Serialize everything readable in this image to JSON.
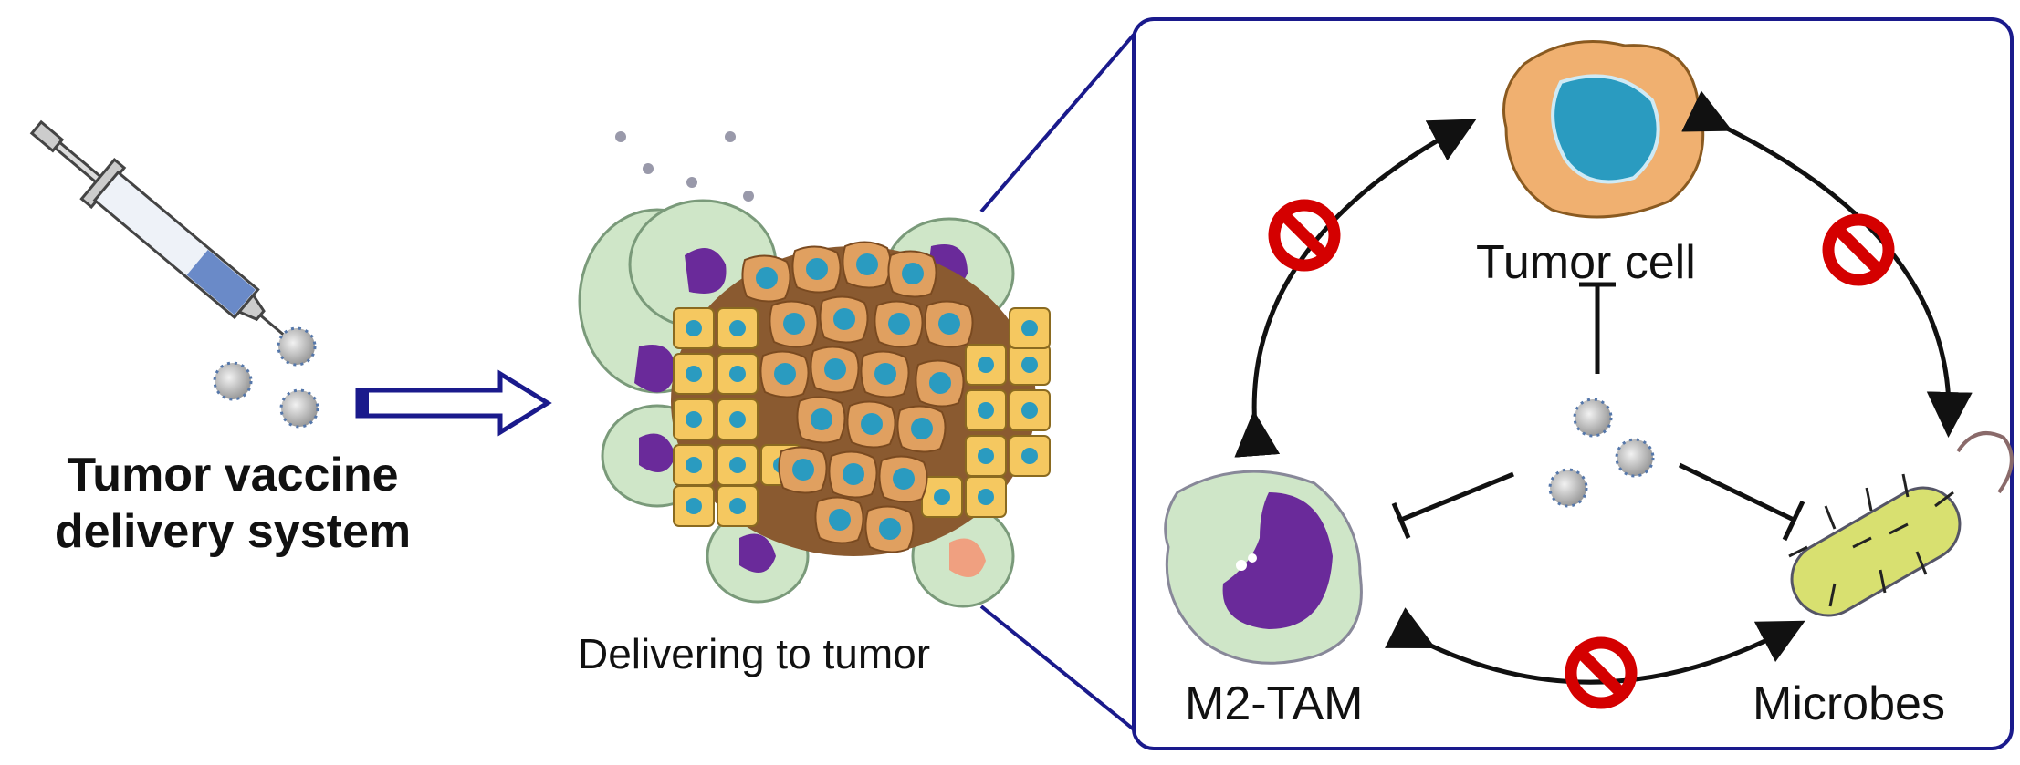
{
  "left_panel": {
    "title_line1": "Tumor vaccine",
    "title_line2": "delivery system"
  },
  "middle_panel": {
    "caption": "Delivering to tumor"
  },
  "inset": {
    "tumor_cell_label": "Tumor cell",
    "macrophage_label": "M2-TAM",
    "microbes_label": "Microbes"
  },
  "colors": {
    "frame": "#1a1a8c",
    "prohibit": "#d40000",
    "tumor_cytoplasm": "#f0b070",
    "nucleus": "#2a9bc0",
    "macrophage": "#cfe6c8",
    "macrophage_nucleus": "#6a2a9a",
    "microbe": "#d8e070"
  }
}
